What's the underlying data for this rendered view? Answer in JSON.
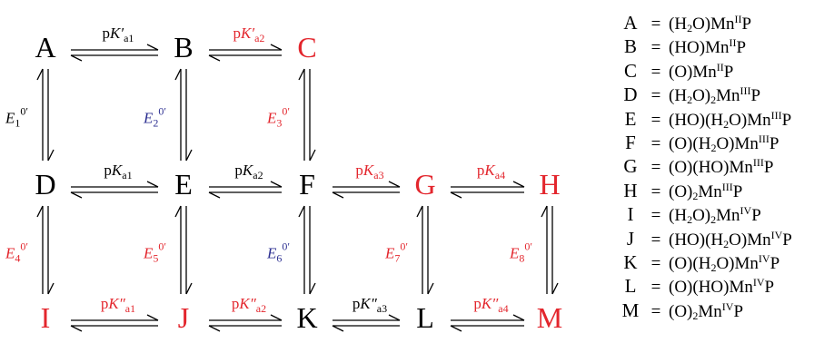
{
  "colors": {
    "black": "#000000",
    "red": "#e3262d",
    "blue": "#2e3192"
  },
  "nodes": {
    "A": {
      "label": "A",
      "color": "black"
    },
    "B": {
      "label": "B",
      "color": "black"
    },
    "C": {
      "label": "C",
      "color": "red"
    },
    "D": {
      "label": "D",
      "color": "black"
    },
    "E": {
      "label": "E",
      "color": "black"
    },
    "F": {
      "label": "F",
      "color": "black"
    },
    "G": {
      "label": "G",
      "color": "red"
    },
    "H": {
      "label": "H",
      "color": "red"
    },
    "I": {
      "label": "I",
      "color": "red"
    },
    "J": {
      "label": "J",
      "color": "red"
    },
    "K": {
      "label": "K",
      "color": "black"
    },
    "L": {
      "label": "L",
      "color": "black"
    },
    "M": {
      "label": "M",
      "color": "red"
    }
  },
  "pk_labels": {
    "a1p": {
      "prefix": "p",
      "main": "K′",
      "sub": "a1",
      "color": "black"
    },
    "a2p": {
      "prefix": "p",
      "main": "K′",
      "sub": "a2",
      "color": "red"
    },
    "a1": {
      "prefix": "p",
      "main": "K",
      "sub": "a1",
      "color": "black"
    },
    "a2": {
      "prefix": "p",
      "main": "K",
      "sub": "a2",
      "color": "black"
    },
    "a3": {
      "prefix": "p",
      "main": "K",
      "sub": "a3",
      "color": "red"
    },
    "a4": {
      "prefix": "p",
      "main": "K",
      "sub": "a4",
      "color": "red"
    },
    "a1pp": {
      "prefix": "p",
      "main": "K″",
      "sub": "a1",
      "color": "red"
    },
    "a2pp": {
      "prefix": "p",
      "main": "K″",
      "sub": "a2",
      "color": "red"
    },
    "a3pp": {
      "prefix": "p",
      "main": "K″",
      "sub": "a3",
      "color": "black"
    },
    "a4pp": {
      "prefix": "p",
      "main": "K″",
      "sub": "a4",
      "color": "red"
    }
  },
  "e_labels": {
    "E1": {
      "main": "E",
      "sub": "1",
      "sup": "0′",
      "color": "black"
    },
    "E2": {
      "main": "E",
      "sub": "2",
      "sup": "0′",
      "color": "blue"
    },
    "E3": {
      "main": "E",
      "sub": "3",
      "sup": "0′",
      "color": "red"
    },
    "E4": {
      "main": "E",
      "sub": "4",
      "sup": "0′",
      "color": "red"
    },
    "E5": {
      "main": "E",
      "sub": "5",
      "sup": "0′",
      "color": "red"
    },
    "E6": {
      "main": "E",
      "sub": "6",
      "sup": "0′",
      "color": "blue"
    },
    "E7": {
      "main": "E",
      "sub": "7",
      "sup": "0′",
      "color": "red"
    },
    "E8": {
      "main": "E",
      "sub": "8",
      "sup": "0′",
      "color": "red"
    }
  },
  "legend": {
    "eq": "=",
    "rows": [
      {
        "key": "A",
        "parts": [
          "(H",
          "2",
          "O)Mn",
          "II",
          "P"
        ]
      },
      {
        "key": "B",
        "parts": [
          "(HO)Mn",
          "II",
          "P"
        ]
      },
      {
        "key": "C",
        "parts": [
          "(O)Mn",
          "II",
          "P"
        ]
      },
      {
        "key": "D",
        "parts": [
          "(H",
          "2",
          "O)",
          "2",
          "Mn",
          "III",
          "P"
        ]
      },
      {
        "key": "E",
        "parts": [
          "(HO)(H",
          "2",
          "O)Mn",
          "III",
          "P"
        ]
      },
      {
        "key": "F",
        "parts": [
          "(O)(H",
          "2",
          "O)Mn",
          "III",
          "P"
        ]
      },
      {
        "key": "G",
        "parts": [
          "(O)(HO)Mn",
          "III",
          "P"
        ]
      },
      {
        "key": "H",
        "parts": [
          "(O)",
          "2",
          "Mn",
          "III",
          "P"
        ]
      },
      {
        "key": "I",
        "parts": [
          "(H",
          "2",
          "O)",
          "2",
          "Mn",
          "IV",
          "P"
        ]
      },
      {
        "key": "J",
        "parts": [
          "(HO)(H",
          "2",
          "O)Mn",
          "IV",
          "P"
        ]
      },
      {
        "key": "K",
        "parts": [
          "(O)(H",
          "2",
          "O)Mn",
          "IV",
          "P"
        ]
      },
      {
        "key": "L",
        "parts": [
          "(O)(HO)Mn",
          "IV",
          "P"
        ]
      },
      {
        "key": "M",
        "parts": [
          "(O)",
          "2",
          "Mn",
          "IV",
          "P"
        ]
      }
    ]
  }
}
